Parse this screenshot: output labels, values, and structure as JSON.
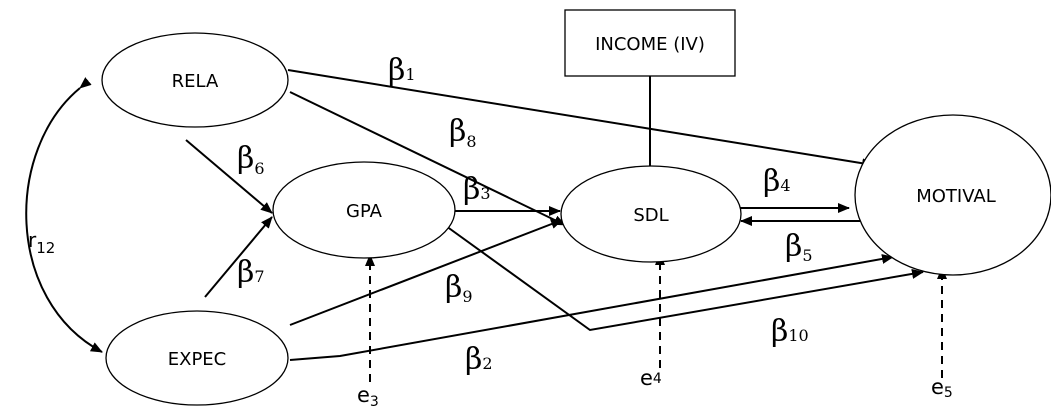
{
  "nodes": {
    "rela": "RELA",
    "gpa": "GPA",
    "expec": "EXPEC",
    "sdl": "SDL",
    "motival": "MOTIVAL",
    "income": "INCOME (IV)"
  },
  "coefficients": {
    "b1": {
      "symbol": "β",
      "sub": "1"
    },
    "b2": {
      "symbol": "β",
      "sub": "2"
    },
    "b3": {
      "symbol": "β",
      "sub": "3"
    },
    "b4": {
      "symbol": "β",
      "sub": "4"
    },
    "b5": {
      "symbol": "β",
      "sub": "5"
    },
    "b6": {
      "symbol": "β",
      "sub": "6"
    },
    "b7": {
      "symbol": "β",
      "sub": "7"
    },
    "b8": {
      "symbol": "β",
      "sub": "8"
    },
    "b9": {
      "symbol": "β",
      "sub": "9"
    },
    "b10": {
      "symbol": "β",
      "sub": "10"
    }
  },
  "errors": {
    "e3": {
      "symbol": "e",
      "sub": "3"
    },
    "e4": {
      "symbol": "e",
      "sub": "4"
    },
    "e5": {
      "symbol": "e",
      "sub": "5"
    }
  },
  "correlation": {
    "symbol": "r",
    "sub": "12"
  }
}
